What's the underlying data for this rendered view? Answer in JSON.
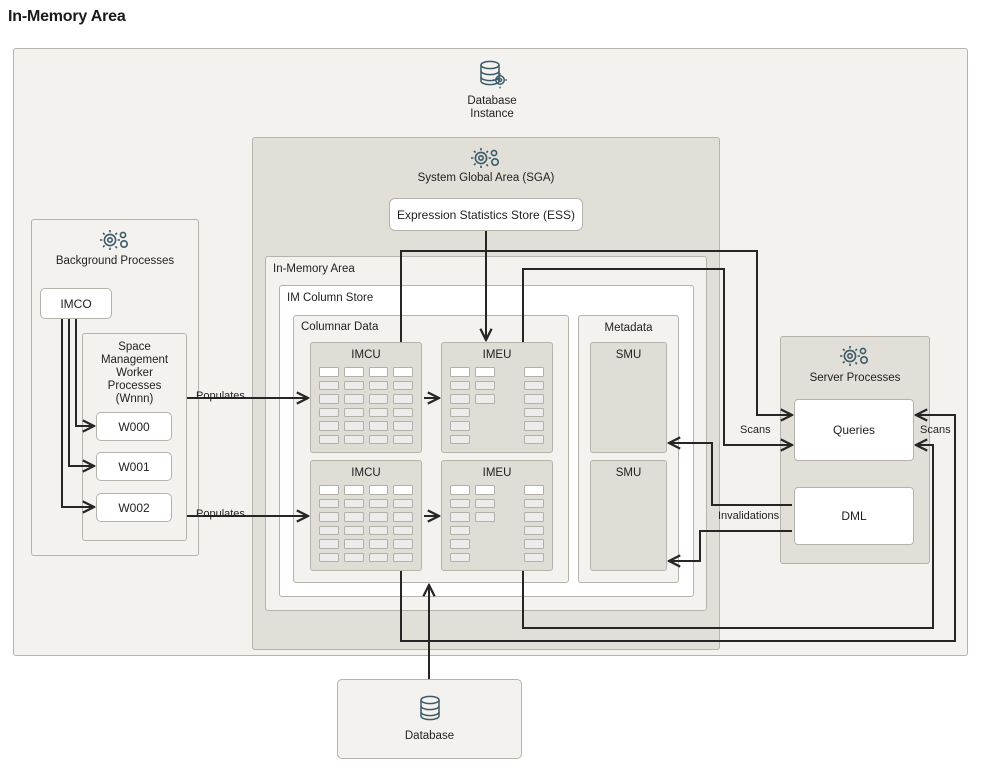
{
  "page": {
    "title": "In-Memory Area"
  },
  "instance": {
    "label_line1": "Database",
    "label_line2": "Instance",
    "icon": "database-gear-icon"
  },
  "sga": {
    "label": "System Global Area (SGA)",
    "icon": "gears-icon",
    "ess": {
      "label": "Expression Statistics Store (ESS)"
    }
  },
  "in_memory_area": {
    "label": "In-Memory Area",
    "im_column_store": {
      "label": "IM Column Store",
      "columnar_data": {
        "label": "Columnar Data",
        "units": [
          {
            "imcu_label": "IMCU",
            "imeu_label": "IMEU"
          },
          {
            "imcu_label": "IMCU",
            "imeu_label": "IMEU"
          }
        ]
      },
      "metadata": {
        "label": "Metadata",
        "smus": [
          {
            "label": "SMU"
          },
          {
            "label": "SMU"
          }
        ]
      }
    }
  },
  "background_processes": {
    "label": "Background Processes",
    "icon": "gears-icon",
    "imco": {
      "label": "IMCO"
    },
    "worker_group": {
      "label_lines": [
        "Space",
        "Management",
        "Worker",
        "Processes",
        "(Wnnn)"
      ],
      "workers": [
        {
          "label": "W000"
        },
        {
          "label": "W001"
        },
        {
          "label": "W002"
        }
      ]
    }
  },
  "server_processes": {
    "label": "Server Processes",
    "icon": "gears-icon",
    "queries": {
      "label": "Queries"
    },
    "dml": {
      "label": "DML"
    }
  },
  "database": {
    "label": "Database",
    "icon": "database-icon"
  },
  "edge_labels": {
    "populates_top": "Populates",
    "populates_bottom": "Populates",
    "scans_left": "Scans",
    "scans_right": "Scans",
    "invalidations": "Invalidations"
  },
  "colors": {
    "panel_light": "#f4f2ef",
    "panel_gray": "#e2dfd9",
    "panel_white": "#ffffff",
    "border": "#b6b2ac",
    "wire": "#262626",
    "icon": "#3c5a68",
    "text": "#1f1f1f"
  }
}
